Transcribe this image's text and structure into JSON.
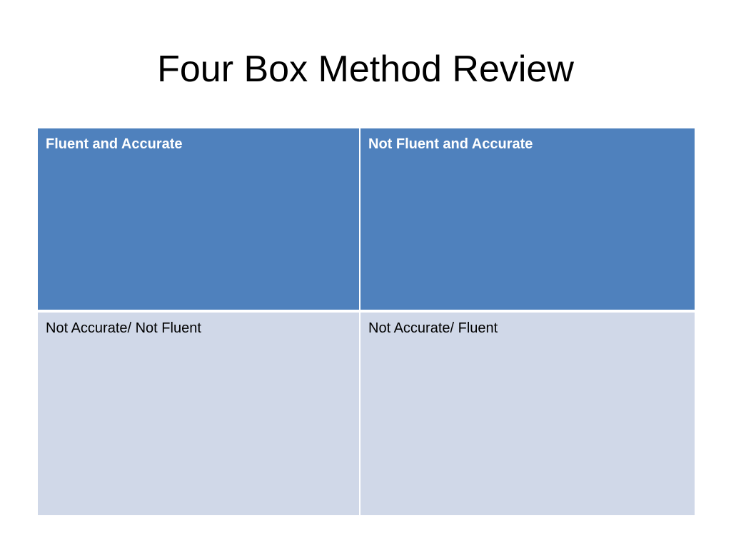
{
  "slide": {
    "title": "Four Box Method Review"
  },
  "grid": {
    "top_left": "Fluent and Accurate",
    "top_right": "Not Fluent and Accurate",
    "bottom_left": "Not Accurate/ Not Fluent",
    "bottom_right": "Not Accurate/ Fluent"
  },
  "colors": {
    "top_row_fill": "#4f81bd",
    "bottom_row_fill": "#d0d8e8"
  }
}
